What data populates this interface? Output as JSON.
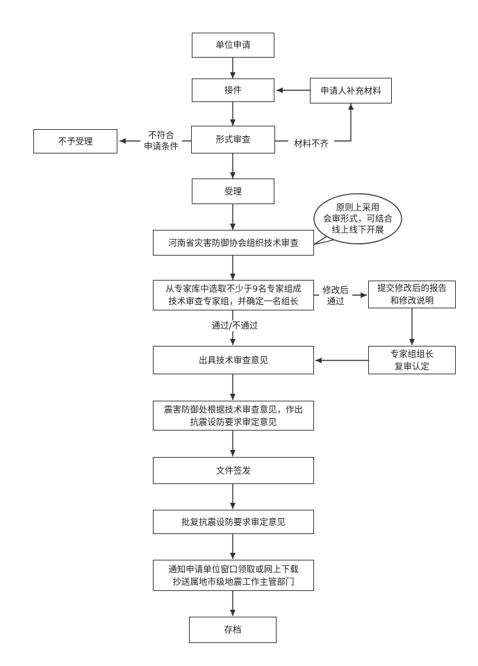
{
  "nodes": {
    "apply": "单位申请",
    "receive": "接件",
    "supplement": "申请人补充材料",
    "formal_review": "形式审查",
    "reject": "不予受理",
    "accept": "受理",
    "org_review": "河南省灾害防御协会组织技术审查",
    "form_group": "从专家库中选取不少于9名专家组成\n技术审查专家组，并确定一名组长",
    "submit_revised": "提交修改后的报告\n和修改说明",
    "leader_confirm": "专家组组长\n复审认定",
    "issue_opinion": "出具技术审查意见",
    "make_opinion": "震害防御处根据技术审查意见，作出\n抗震设防要求审定意见",
    "sign": "文件签发",
    "approve": "批复抗震设防要求审定意见",
    "notify": "通知申请单位窗口领取或网上下载\n抄送属地市级地震工作主管部门",
    "archive": "存档"
  },
  "callout": "原则上采用\n会审形式，可结合\n线上线下开展",
  "edge_labels": {
    "not_meet": "不符合\n申请条件",
    "incomplete": "材料不齐",
    "revise_pass": "修改后\n通过",
    "pass_fail": "通过/不通过"
  },
  "colors": {
    "stroke": "#333333",
    "background": "#ffffff"
  }
}
